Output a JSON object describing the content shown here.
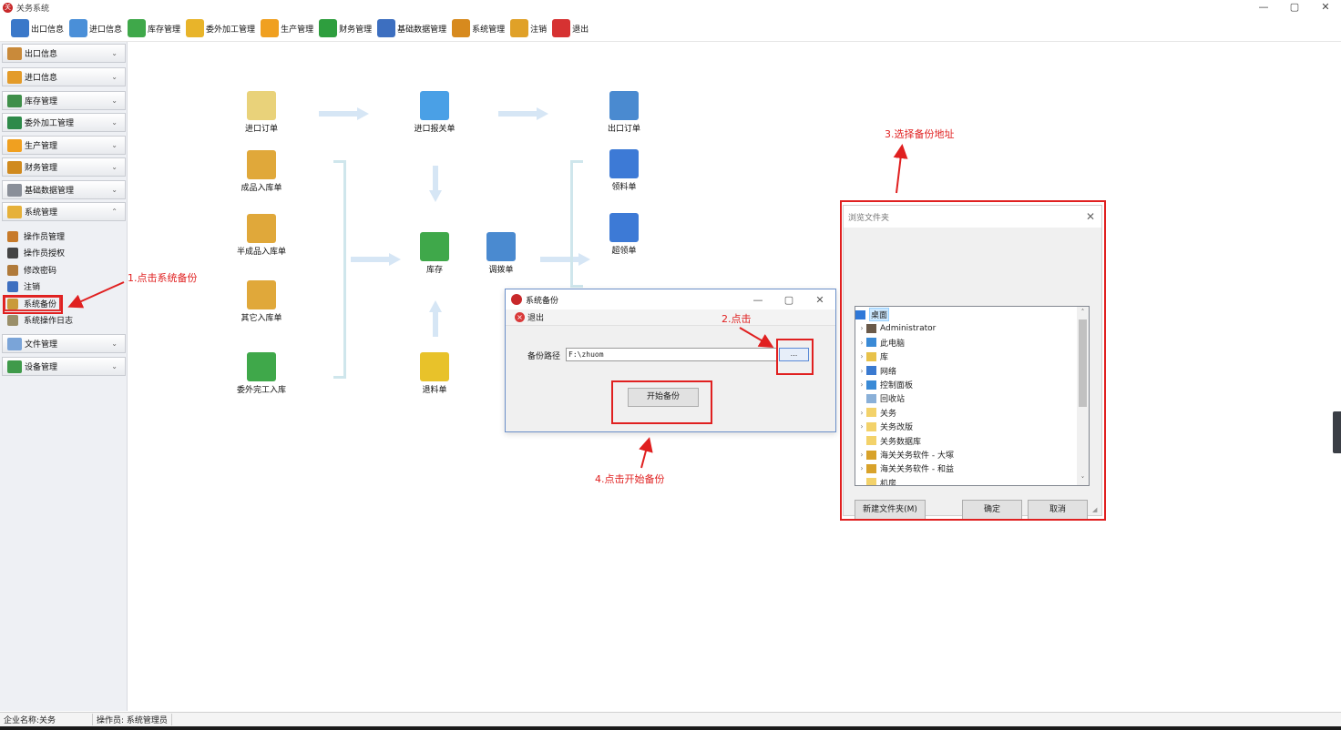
{
  "window": {
    "title": "关务系统",
    "min": "—",
    "max": "▢",
    "close": "✕",
    "app_icon": "关"
  },
  "toolbar": [
    {
      "label": "出口信息",
      "icon": "edit-icon",
      "color": "#3a78c9"
    },
    {
      "label": "进口信息",
      "icon": "inbox-icon",
      "color": "#4a8fd8"
    },
    {
      "label": "库存管理",
      "icon": "warehouse-icon",
      "color": "#3fa84a"
    },
    {
      "label": "委外加工管理",
      "icon": "folder-icon",
      "color": "#e8b42a"
    },
    {
      "label": "生产管理",
      "icon": "gear-icon",
      "color": "#f0a020"
    },
    {
      "label": "财务管理",
      "icon": "dollar-icon",
      "color": "#2e9e3e"
    },
    {
      "label": "基础数据管理",
      "icon": "grid-icon",
      "color": "#3d6fc0"
    },
    {
      "label": "系统管理",
      "icon": "tools-icon",
      "color": "#d78a1e"
    },
    {
      "label": "注销",
      "icon": "key-icon",
      "color": "#e0a128"
    },
    {
      "label": "退出",
      "icon": "close-icon",
      "color": "#d63232"
    }
  ],
  "sidebar": {
    "groups": [
      {
        "label": "出口信息",
        "chevron": "⌄",
        "color": "#c98a3a"
      },
      {
        "label": "进口信息",
        "chevron": "⌄",
        "color": "#e39b2a"
      },
      {
        "label": "库存管理",
        "chevron": "⌄",
        "color": "#3f8f4a"
      },
      {
        "label": "委外加工管理",
        "chevron": "⌄",
        "color": "#2e8a4a"
      },
      {
        "label": "生产管理",
        "chevron": "⌄",
        "color": "#f0a020"
      },
      {
        "label": "财务管理",
        "chevron": "⌄",
        "color": "#d08a1e"
      },
      {
        "label": "基础数据管理",
        "chevron": "⌄",
        "color": "#8a8f99"
      },
      {
        "label": "系统管理",
        "chevron": "⌃",
        "color": "#e6b13a"
      },
      {
        "label": "文件管理",
        "chevron": "⌄",
        "color": "#7aa4d8"
      },
      {
        "label": "设备管理",
        "chevron": "⌄",
        "color": "#3f9a4a"
      }
    ],
    "sub_items": [
      {
        "label": "操作员管理",
        "color": "#c77a2a"
      },
      {
        "label": "操作员授权",
        "color": "#444"
      },
      {
        "label": "修改密码",
        "color": "#b07a3a"
      },
      {
        "label": "注销",
        "color": "#3d6fc0"
      },
      {
        "label": "系统备份",
        "color": "#c99a3a"
      },
      {
        "label": "系统操作日志",
        "color": "#9a8f6a"
      }
    ]
  },
  "flow": {
    "nodes": [
      {
        "label": "进口订单",
        "color": "#e9d27a"
      },
      {
        "label": "进口报关单",
        "color": "#4aa0e6"
      },
      {
        "label": "出口订单",
        "color": "#4a8ad0"
      },
      {
        "label": "成品入库单",
        "color": "#e0a83a"
      },
      {
        "label": "领料单",
        "color": "#3d7ad6"
      },
      {
        "label": "半成品入库单",
        "color": "#e0a83a"
      },
      {
        "label": "库存",
        "color": "#3fa84a"
      },
      {
        "label": "调拨单",
        "color": "#4a8ad0"
      },
      {
        "label": "超领单",
        "color": "#3d7ad6"
      },
      {
        "label": "其它入库单",
        "color": "#e0a83a"
      },
      {
        "label": "委外完工入库",
        "color": "#3fa84a"
      },
      {
        "label": "退料单",
        "color": "#e8c22a"
      }
    ]
  },
  "backup_dialog": {
    "title": "系统备份",
    "menu_exit": "退出",
    "path_label": "备份路径",
    "path_value": "F:\\zhuom",
    "browse_label": "...",
    "start_label": "开始备份"
  },
  "browse_dialog": {
    "title": "浏览文件夹",
    "close": "✕",
    "tree": [
      {
        "label": "桌面",
        "expander": "",
        "selected": true,
        "color": "#2f78d8"
      },
      {
        "label": "Administrator",
        "expander": "›",
        "color": "#6a5a4a"
      },
      {
        "label": "此电脑",
        "expander": "›",
        "color": "#3a8ad6"
      },
      {
        "label": "库",
        "expander": "›",
        "color": "#e8c24a"
      },
      {
        "label": "网络",
        "expander": "›",
        "color": "#3a7ad0"
      },
      {
        "label": "控制面板",
        "expander": "›",
        "color": "#3a8ad6"
      },
      {
        "label": "回收站",
        "expander": "",
        "color": "#8ab0d8"
      },
      {
        "label": "关务",
        "expander": "›",
        "color": "#f3d26a"
      },
      {
        "label": "关务改版",
        "expander": "›",
        "color": "#f3d26a"
      },
      {
        "label": "关务数据库",
        "expander": "",
        "color": "#f3d26a"
      },
      {
        "label": "海关关务软件 - 大塚",
        "expander": "›",
        "color": "#d8a22a"
      },
      {
        "label": "海关关务软件 - 和益",
        "expander": "›",
        "color": "#d8a22a"
      },
      {
        "label": "机房",
        "expander": "",
        "color": "#f3d26a"
      }
    ],
    "scroll_up": "˄",
    "scroll_down": "˅",
    "new_folder": "新建文件夹(M)",
    "ok": "确定",
    "cancel": "取消"
  },
  "annotations": {
    "step1": "1.点击系统备份",
    "step2": "2.点击",
    "step3": "3.选择备份地址",
    "step4": "4.点击开始备份"
  },
  "status": {
    "company": "企业名称:关务",
    "operator": "操作员: 系统管理员"
  }
}
